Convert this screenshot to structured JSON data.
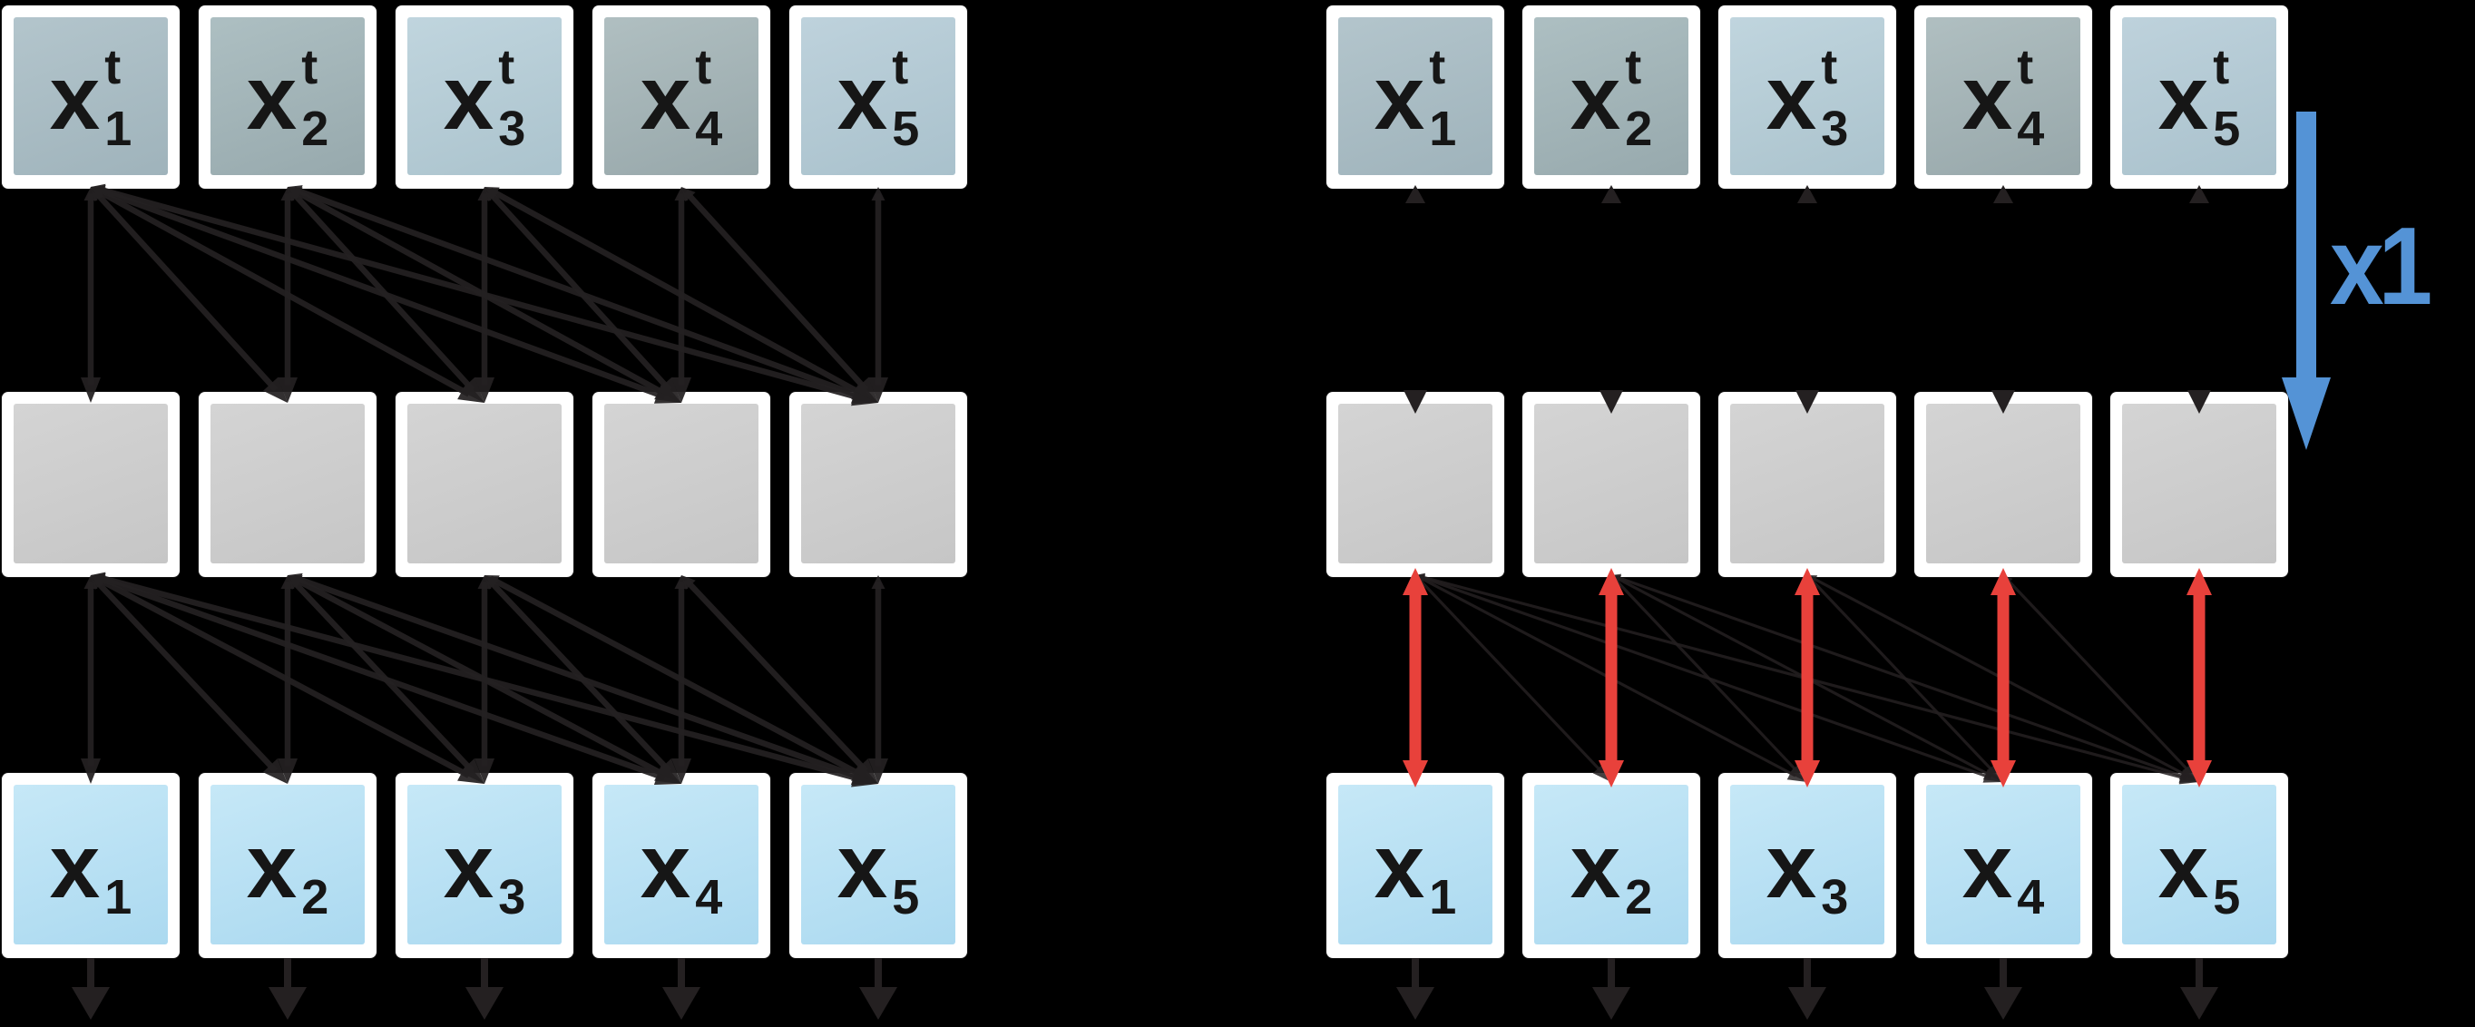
{
  "figure": {
    "background": "#000000",
    "colors": {
      "line": "#242021",
      "highlight_red": "#e8413b",
      "arrow_blue": "#5493d6",
      "card_white": "#ffffff",
      "label_color": "#161616",
      "middle_fill": [
        "#d4d4d4",
        "#c6c6c6"
      ],
      "bottom_fill": [
        "#c6e8f7",
        "#abd9f0"
      ],
      "top_fills": [
        [
          "#b3c5cc",
          "#9fb3bb"
        ],
        [
          "#adbfc2",
          "#97a9ad"
        ],
        [
          "#c0d5de",
          "#abc3cd"
        ],
        [
          "#b0bfc1",
          "#97a7aa"
        ],
        [
          "#bed2dc",
          "#a9c1cc"
        ]
      ]
    },
    "panels": [
      {
        "name": "parallel-attention",
        "top_row": {
          "labels": [
            {
              "base": "x",
              "sup": "t",
              "sub": "1"
            },
            {
              "base": "x",
              "sup": "t",
              "sub": "2"
            },
            {
              "base": "x",
              "sup": "t",
              "sub": "3"
            },
            {
              "base": "x",
              "sup": "t",
              "sub": "4"
            },
            {
              "base": "x",
              "sup": "t",
              "sub": "5"
            }
          ]
        },
        "middle_row": {
          "count": 5
        },
        "bottom_row": {
          "labels": [
            {
              "base": "x",
              "sub": "1"
            },
            {
              "base": "x",
              "sub": "2"
            },
            {
              "base": "x",
              "sub": "3"
            },
            {
              "base": "x",
              "sub": "4"
            },
            {
              "base": "x",
              "sub": "5"
            }
          ]
        },
        "gaps": [
          {
            "from": "top",
            "to": "middle",
            "pattern": "causal",
            "style": "thick"
          },
          {
            "from": "middle",
            "to": "bottom",
            "pattern": "causal",
            "style": "thick"
          }
        ],
        "output_arrows": 5
      },
      {
        "name": "stepwise-recurrent",
        "top_row": {
          "labels": [
            {
              "base": "x",
              "sup": "t",
              "sub": "1"
            },
            {
              "base": "x",
              "sup": "t",
              "sub": "2"
            },
            {
              "base": "x",
              "sup": "t",
              "sub": "3"
            },
            {
              "base": "x",
              "sup": "t",
              "sub": "4"
            },
            {
              "base": "x",
              "sup": "t",
              "sub": "5"
            }
          ]
        },
        "middle_row": {
          "count": 5
        },
        "bottom_row": {
          "labels": [
            {
              "base": "x",
              "sub": "1"
            },
            {
              "base": "x",
              "sub": "2"
            },
            {
              "base": "x",
              "sub": "3"
            },
            {
              "base": "x",
              "sub": "4"
            },
            {
              "base": "x",
              "sub": "5"
            }
          ]
        },
        "gaps": [
          {
            "from": "top",
            "to": "middle",
            "pattern": "stubs"
          },
          {
            "from": "middle",
            "to": "bottom",
            "pattern": "causal-split",
            "diagonal_style": "thin",
            "vertical_style": "red"
          }
        ],
        "output_arrows": 5,
        "annotation": {
          "label": "x1"
        }
      }
    ]
  }
}
